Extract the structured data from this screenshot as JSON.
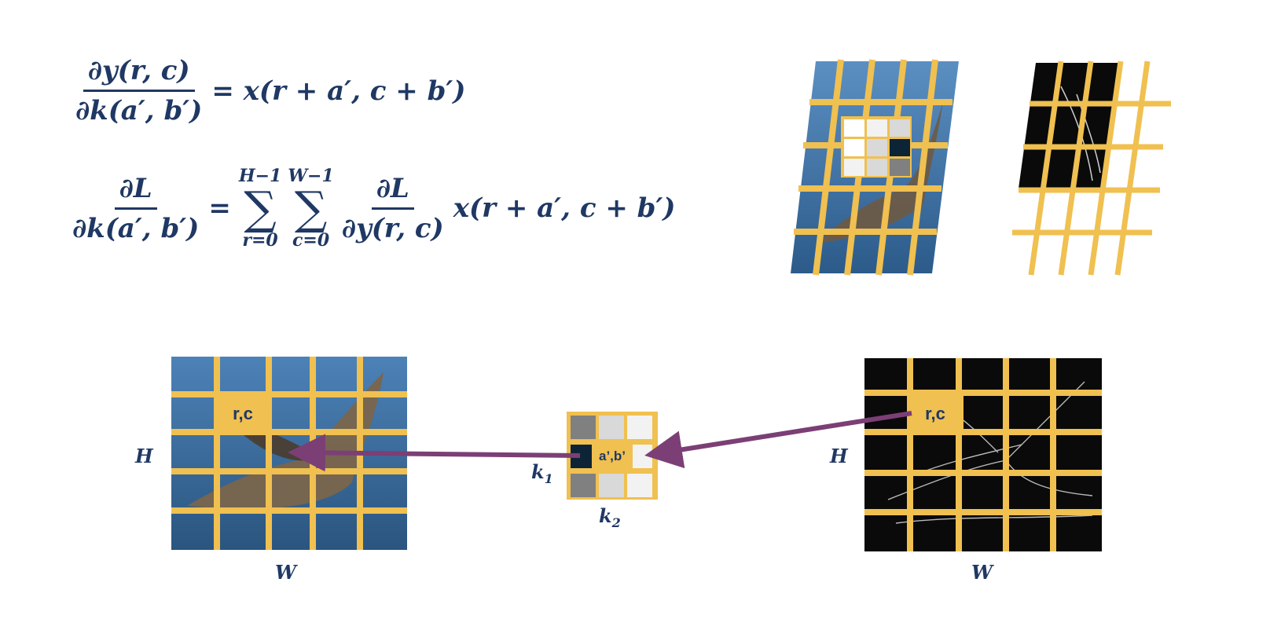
{
  "equations": {
    "eq1": {
      "numerator": "∂y(r, c)",
      "denominator": "∂k(a′, b′)",
      "rhs": "= x(r + a′, c + b′)"
    },
    "eq2": {
      "numerator": "∂L",
      "denominator": "∂k(a′, b′)",
      "equals": "=",
      "sum1_upper": "H−1",
      "sum1_lower": "r=0",
      "sum2_upper": "W−1",
      "sum2_lower": "c=0",
      "sigma": "∑",
      "inner_numerator": "∂L",
      "inner_denominator": "∂y(r, c)",
      "rhs": "x(r + a′, c + b′)"
    }
  },
  "input_image": {
    "height_label": "H",
    "width_label": "W",
    "cell_label": "r,c"
  },
  "kernel": {
    "cell_label": "a’,b’",
    "k1_label": "k",
    "k1_sub": "1",
    "k2_label": "k",
    "k2_sub": "2",
    "cell_shades": [
      "#808080",
      "#d9d9d9",
      "#f2f2f2",
      "#0d2436",
      "#f2f2f2",
      "#f2f2f2",
      "#808080",
      "#d9d9d9",
      "#f2f2f2"
    ],
    "top_right_kernel_shades": [
      "#ffffff",
      "#f2f2f2",
      "#d9d9d9",
      "#ffffff",
      "#d9d9d9",
      "#0d2436",
      "#f2f2f2",
      "#d9d9d9",
      "#808080"
    ]
  },
  "output_image": {
    "height_label": "H",
    "width_label": "W",
    "cell_label": "r,c"
  },
  "colors": {
    "grid": "#f0c050",
    "arrow": "#7b3f75",
    "text": "#1f3864",
    "photo_sky": "#3a6fa5",
    "photo_dark": "#0a0a0a"
  }
}
